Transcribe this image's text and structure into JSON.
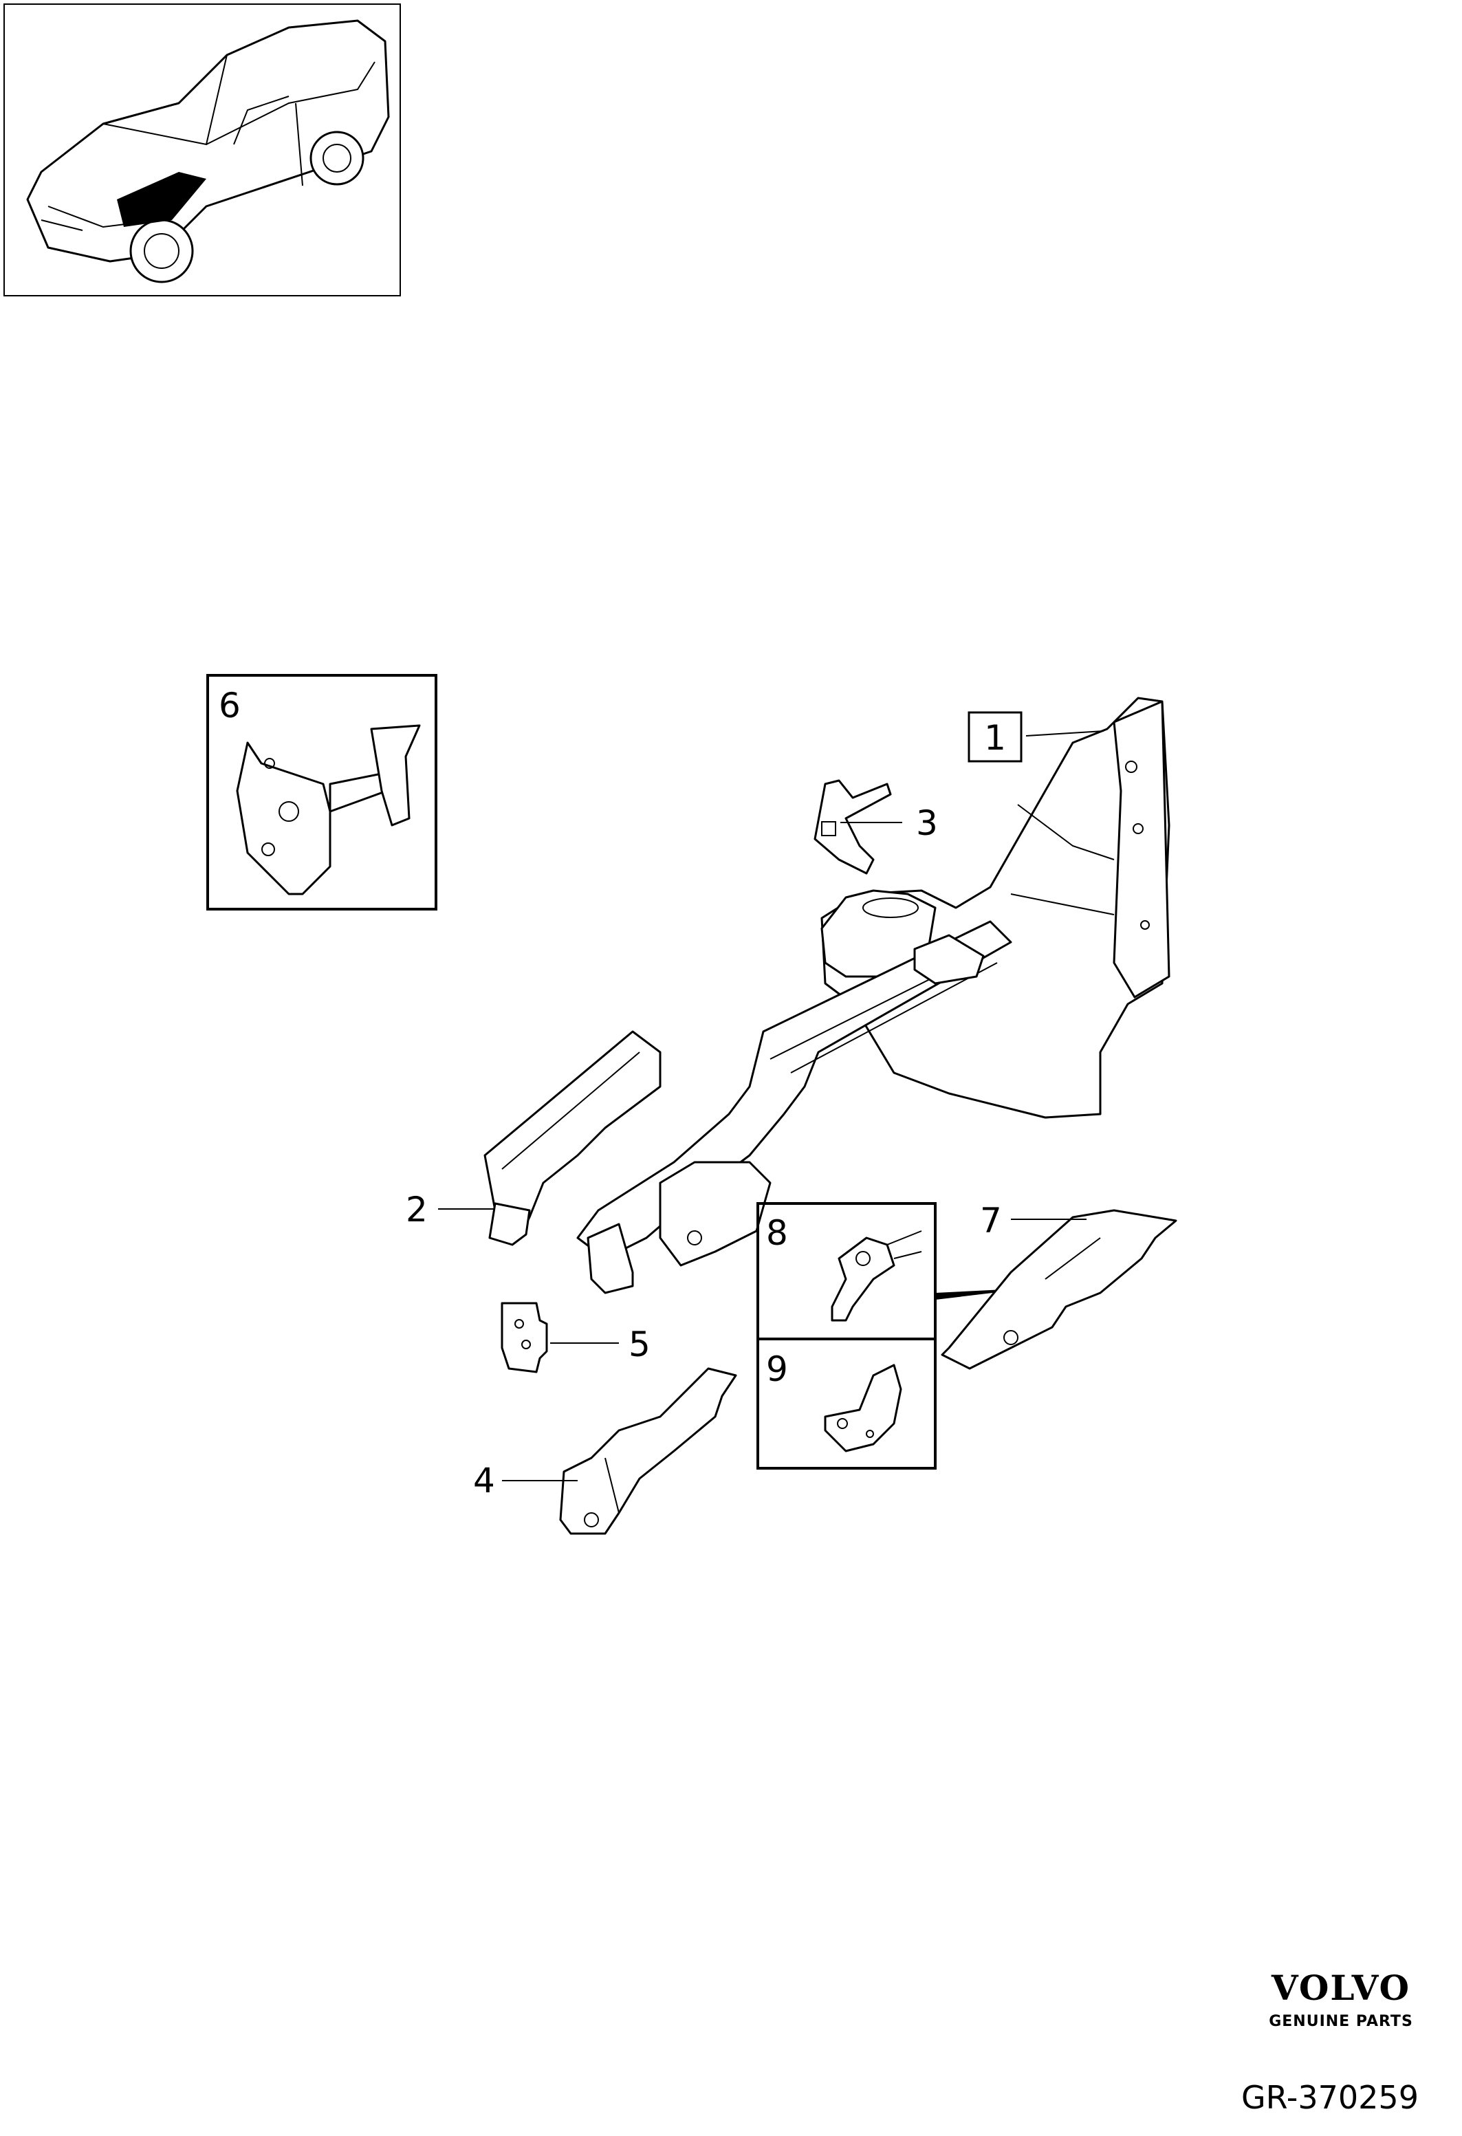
{
  "callouts": {
    "c1": "1",
    "c2": "2",
    "c3": "3",
    "c4": "4",
    "c5": "5",
    "c6": "6",
    "c7": "7",
    "c8": "8",
    "c9": "9"
  },
  "branding": {
    "logo_text": "VOLVO",
    "logo_subtext": "GENUINE PARTS",
    "diagram_ref": "GR-370259"
  }
}
